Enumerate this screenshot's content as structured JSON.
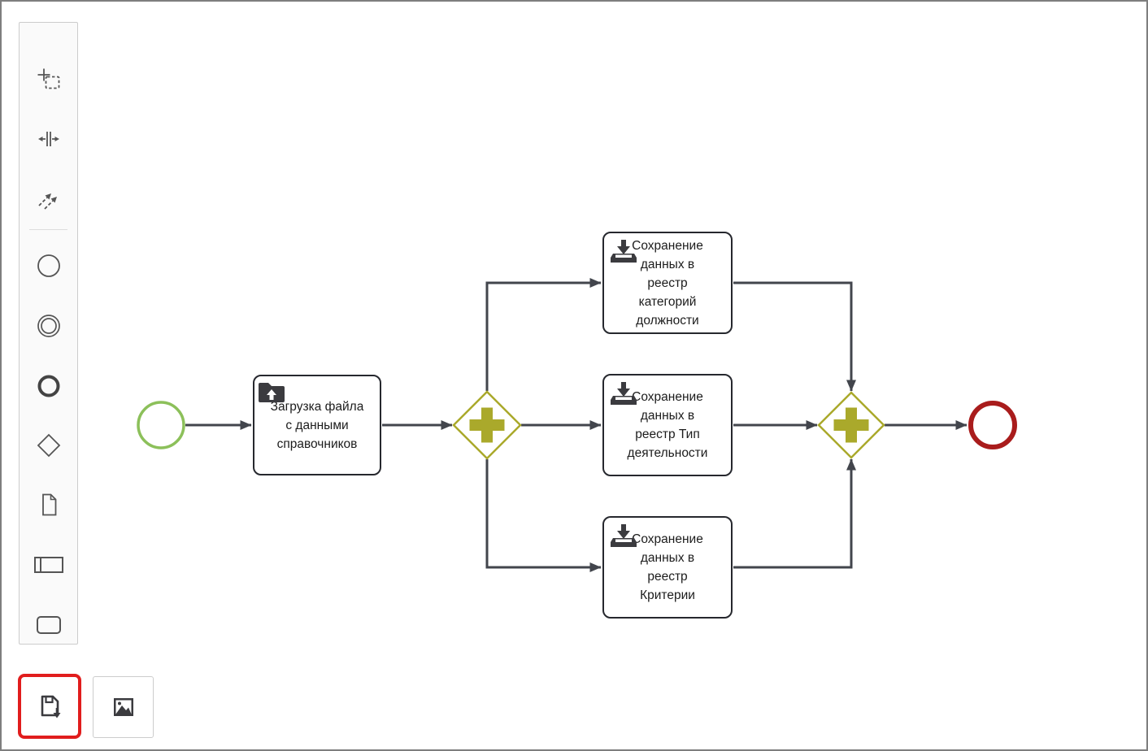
{
  "palette": {
    "tools": [
      {
        "name": "lasso-tool"
      },
      {
        "name": "space-tool"
      },
      {
        "name": "global-connect-tool"
      }
    ],
    "create_items": [
      {
        "name": "create-start-event"
      },
      {
        "name": "create-intermediate-event"
      },
      {
        "name": "create-end-event"
      },
      {
        "name": "create-gateway"
      },
      {
        "name": "create-data-object"
      },
      {
        "name": "create-participant"
      },
      {
        "name": "create-task"
      }
    ]
  },
  "actions": {
    "save_button": {
      "icon": "save-icon",
      "highlighted": true
    },
    "export_image_button": {
      "icon": "image-icon",
      "highlighted": false
    }
  },
  "diagram": {
    "start_event": {
      "type": "start-event"
    },
    "end_event": {
      "type": "end-event"
    },
    "gateways": [
      {
        "type": "parallel-gateway",
        "role": "split"
      },
      {
        "type": "parallel-gateway",
        "role": "join"
      }
    ],
    "tasks": [
      {
        "id": "load-file",
        "icon": "folder-upload-icon",
        "label": "Загрузка файла\nс данными\nсправочников"
      },
      {
        "id": "save-position-categories",
        "icon": "save-data-icon",
        "label": "Сохранение\nданных в\nреестр\nкатегорий\nдолжности"
      },
      {
        "id": "save-activity-type",
        "icon": "save-data-icon",
        "label": "Сохранение\nданных в\nреестр Тип\nдеятельности"
      },
      {
        "id": "save-criteria",
        "icon": "save-data-icon",
        "label": "Сохранение\nданных в\nреестр\nКритерии"
      }
    ],
    "flows": [
      {
        "from": "start-event",
        "to": "load-file"
      },
      {
        "from": "load-file",
        "to": "gateway-split"
      },
      {
        "from": "gateway-split",
        "to": "save-position-categories"
      },
      {
        "from": "gateway-split",
        "to": "save-activity-type"
      },
      {
        "from": "gateway-split",
        "to": "save-criteria"
      },
      {
        "from": "save-position-categories",
        "to": "gateway-join"
      },
      {
        "from": "save-activity-type",
        "to": "gateway-join"
      },
      {
        "from": "save-criteria",
        "to": "gateway-join"
      },
      {
        "from": "gateway-join",
        "to": "end-event"
      }
    ],
    "colors": {
      "flow": "#42454c",
      "task_border": "#26282e",
      "gateway": "#aaa92b",
      "start_event": "#8cc05a",
      "end_event": "#a91c1c",
      "highlight": "#e11d1d",
      "icon_dark": "#3b3b3f"
    }
  }
}
